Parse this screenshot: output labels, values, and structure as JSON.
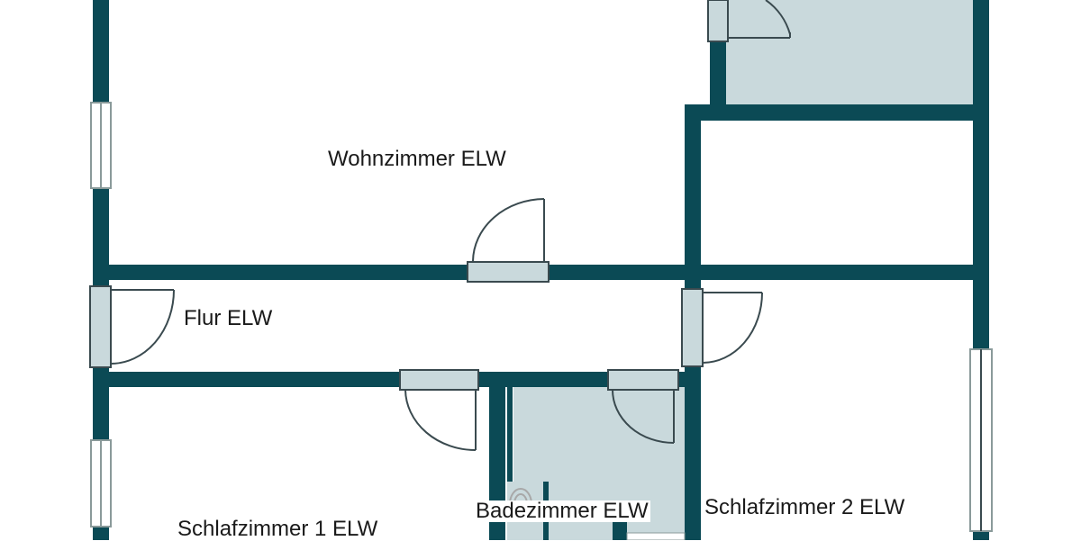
{
  "floorplan": {
    "colors": {
      "wall": "#0b4a55",
      "tiled_floor": "#c9d9dc",
      "door_frame": "#c9d9dc",
      "line": "#3a4a4f",
      "window_frame": "#8a9a9a",
      "background": "#ffffff"
    },
    "rooms": [
      {
        "id": "wohnzimmer",
        "label": "Wohnzimmer ELW"
      },
      {
        "id": "flur",
        "label": "Flur ELW"
      },
      {
        "id": "schlafzimmer1",
        "label": "Schlafzimmer 1 ELW"
      },
      {
        "id": "badezimmer",
        "label": "Badezimmer ELW"
      },
      {
        "id": "schlafzimmer2",
        "label": "Schlafzimmer 2 ELW"
      }
    ]
  }
}
